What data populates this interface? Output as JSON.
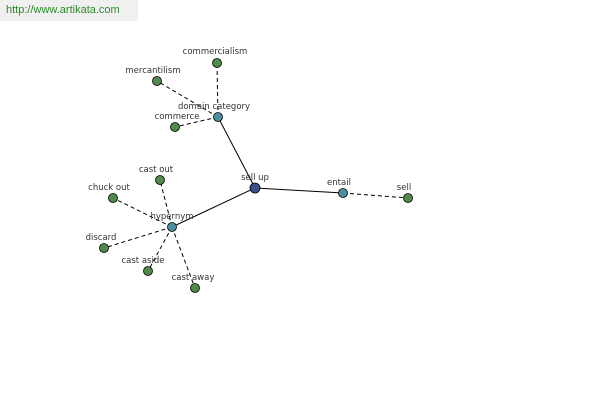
{
  "watermark": {
    "text": "http://www.artikata.com"
  },
  "colors": {
    "center": "#3b4f8c",
    "hub": "#4a8fa0",
    "leaf": "#4f8a4a"
  },
  "graph": {
    "nodes": [
      {
        "id": "sell-up",
        "label": "sell up",
        "kind": "center"
      },
      {
        "id": "domain-category",
        "label": "domain category",
        "kind": "hub"
      },
      {
        "id": "hypernym",
        "label": "hypernym",
        "kind": "hub"
      },
      {
        "id": "entail",
        "label": "entail",
        "kind": "hub"
      },
      {
        "id": "commercialism",
        "label": "commercialism",
        "kind": "leaf"
      },
      {
        "id": "mercantilism",
        "label": "mercantilism",
        "kind": "leaf"
      },
      {
        "id": "commerce",
        "label": "commerce",
        "kind": "leaf"
      },
      {
        "id": "cast-out",
        "label": "cast out",
        "kind": "leaf"
      },
      {
        "id": "chuck-out",
        "label": "chuck out",
        "kind": "leaf"
      },
      {
        "id": "discard",
        "label": "discard",
        "kind": "leaf"
      },
      {
        "id": "cast-aside",
        "label": "cast aside",
        "kind": "leaf"
      },
      {
        "id": "cast-away",
        "label": "cast away",
        "kind": "leaf"
      },
      {
        "id": "sell",
        "label": "sell",
        "kind": "leaf"
      }
    ],
    "edges": [
      {
        "from": "sell-up",
        "to": "domain-category",
        "style": "solid"
      },
      {
        "from": "sell-up",
        "to": "hypernym",
        "style": "solid"
      },
      {
        "from": "sell-up",
        "to": "entail",
        "style": "solid"
      },
      {
        "from": "domain-category",
        "to": "commercialism",
        "style": "dashed"
      },
      {
        "from": "domain-category",
        "to": "mercantilism",
        "style": "dashed"
      },
      {
        "from": "domain-category",
        "to": "commerce",
        "style": "dashed"
      },
      {
        "from": "hypernym",
        "to": "cast-out",
        "style": "dashed"
      },
      {
        "from": "hypernym",
        "to": "chuck-out",
        "style": "dashed"
      },
      {
        "from": "hypernym",
        "to": "discard",
        "style": "dashed"
      },
      {
        "from": "hypernym",
        "to": "cast-aside",
        "style": "dashed"
      },
      {
        "from": "hypernym",
        "to": "cast-away",
        "style": "dashed"
      },
      {
        "from": "entail",
        "to": "sell",
        "style": "dashed"
      }
    ]
  }
}
